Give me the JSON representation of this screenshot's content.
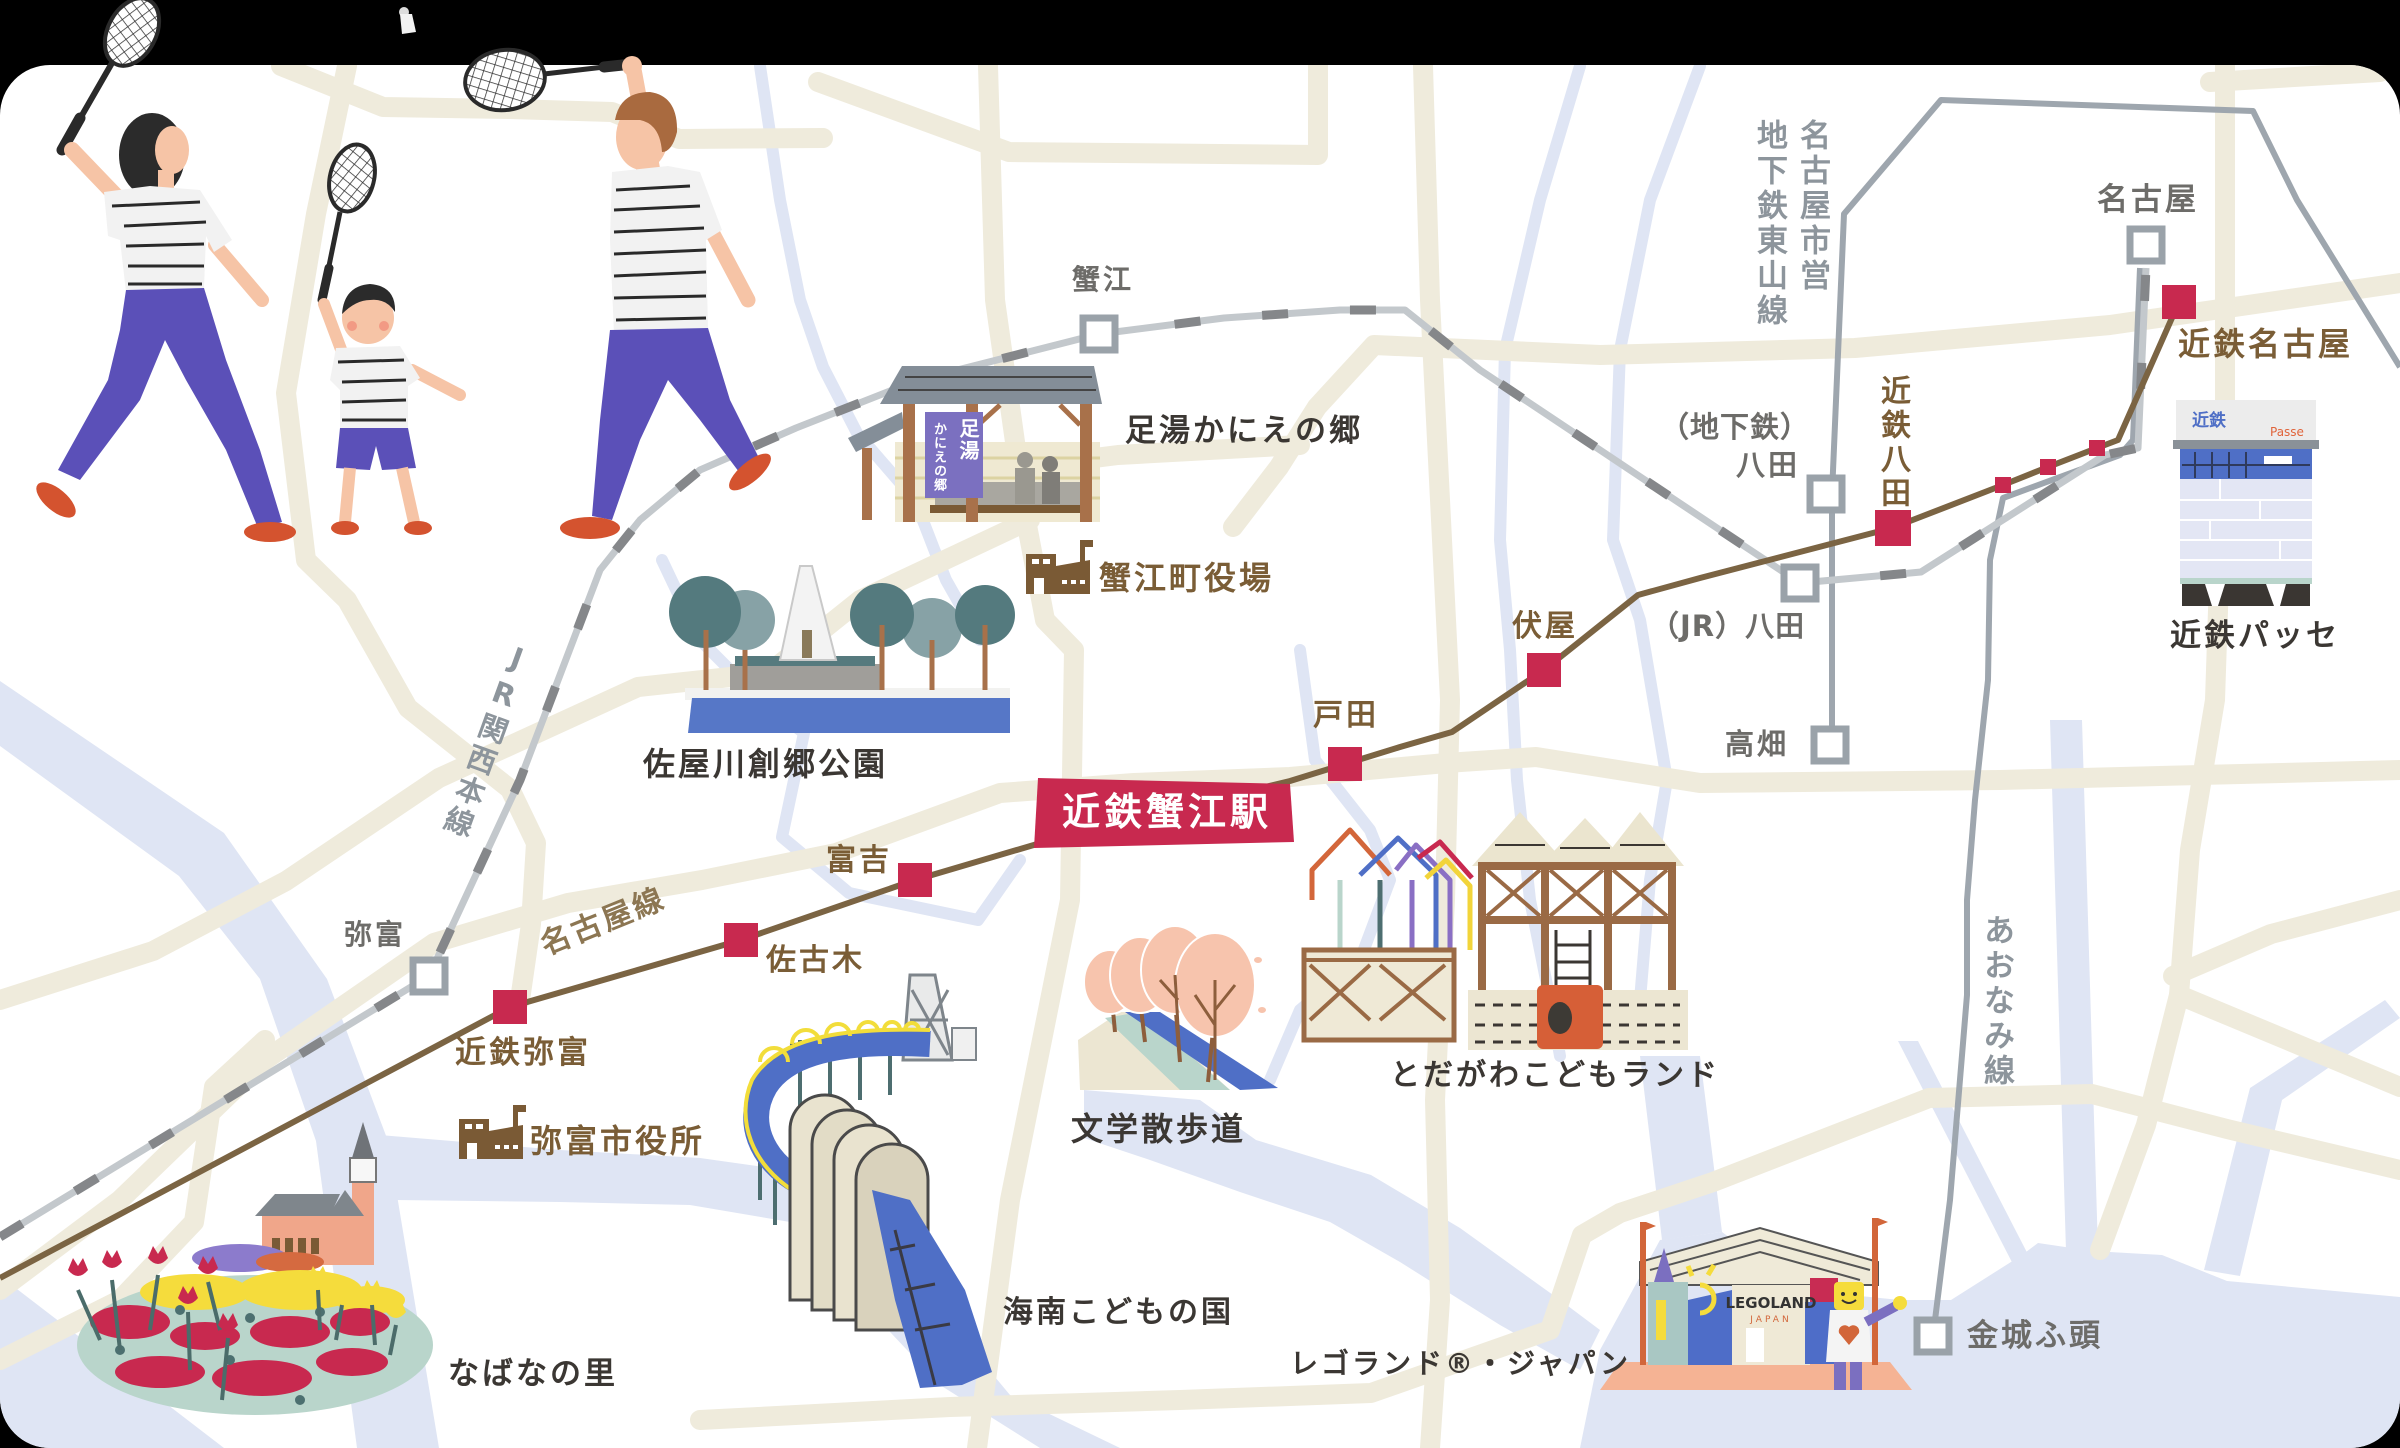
{
  "map": {
    "lines": {
      "kintetsu_nagoya": {
        "label": "名古屋線",
        "color": "#7b6443"
      },
      "jr_kansai": {
        "label": "JR関西本線",
        "color": "#c3c8cc"
      },
      "higashiyama": {
        "label_1": "名古屋市営",
        "label_2": "地下鉄東山線",
        "color": "#9ea6ae"
      },
      "aonami": {
        "label": "あおなみ線",
        "color": "#9ea6ae"
      }
    },
    "kintetsu_stations": {
      "kintetsu_yatomi": "近鉄弥富",
      "sakogi": "佐古木",
      "tomiyoshi": "富吉",
      "kintetsu_kanie": "近鉄蟹江駅",
      "toda": "戸田",
      "fushiya": "伏屋",
      "kintetsu_hatta": "近鉄八田",
      "kintetsu_nagoya": "近鉄名古屋"
    },
    "jr_stations": {
      "yatomi": "弥富",
      "kanie": "蟹江",
      "hatta": "（JR）八田",
      "nagoya": "名古屋"
    },
    "subway_stations": {
      "hatta_prefix": "（地下鉄）",
      "hatta": "八田",
      "takabata": "高畑"
    },
    "aonami_stations": {
      "kinjo_futo": "金城ふ頭"
    },
    "landmarks": {
      "ashiyu": "足湯かにえの郷",
      "kanie_town_hall": "蟹江町役場",
      "sayagawa_park": "佐屋川創郷公園",
      "yatomi_city_hall": "弥富市役所",
      "nabana": "なばなの里",
      "kainan": "海南こどもの国",
      "bungaku": "文学散歩道",
      "todagawa": "とだがわこどもランド",
      "legoland": "レゴランド®・ジャパン",
      "passe": "近鉄パッセ"
    },
    "illustration_text": {
      "ashiyu_banner_1": "足湯",
      "ashiyu_banner_2": "かにえの郷",
      "passe_logo": "近鉄",
      "passe_brand": "Passe",
      "legoland_logo": "LEGOLAND",
      "legoland_sub": "JAPAN"
    },
    "colors": {
      "background": "#ffffff",
      "frame": "#000000",
      "road": "#efebdc",
      "river": "#dfe5f4",
      "kintetsu_station": "#c8294f",
      "kintetsu_line": "#7b6443",
      "jr_station_outline": "#9aa2a9",
      "landmark_text": "#3b3733",
      "kintetsu_text": "#7a5d36",
      "station_text": "#6d6c69"
    }
  }
}
